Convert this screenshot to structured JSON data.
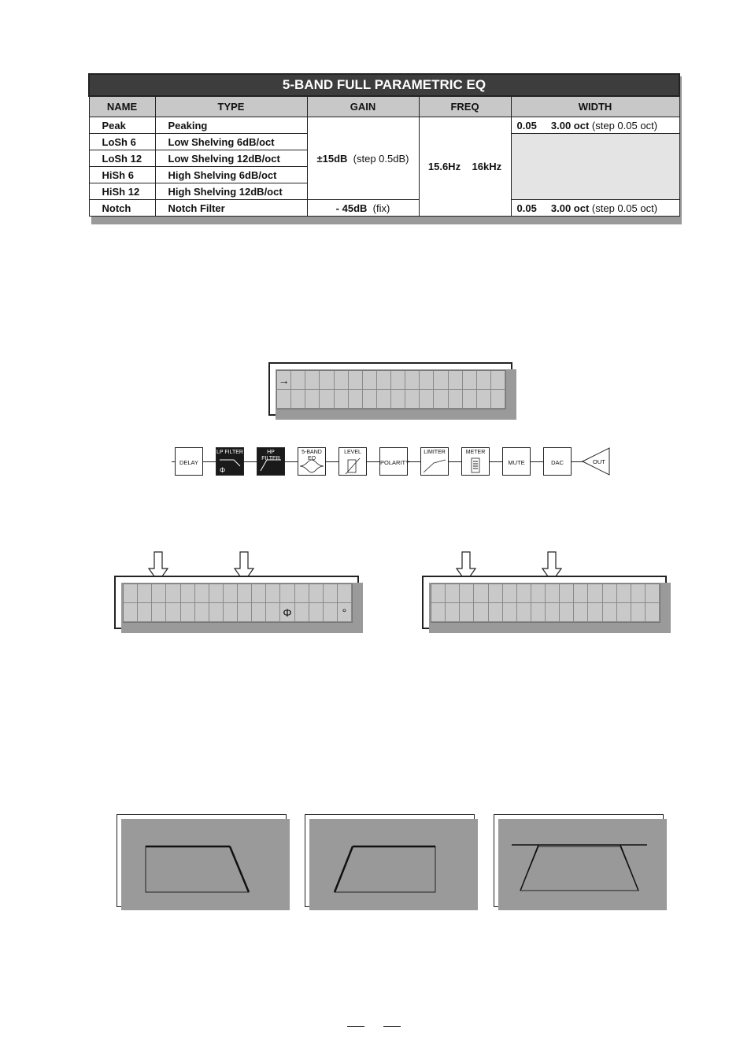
{
  "eq_table": {
    "title": "5-BAND FULL PARAMETRIC EQ",
    "headers": [
      "NAME",
      "TYPE",
      "GAIN",
      "FREQ",
      "WIDTH"
    ],
    "rows": [
      {
        "name": "Peak",
        "type": "Peaking"
      },
      {
        "name": "LoSh 6",
        "type": "Low Shelving   6dB/oct"
      },
      {
        "name": "LoSh 12",
        "type": "Low Shelving   12dB/oct"
      },
      {
        "name": "HiSh 6",
        "type": "High Shelving   6dB/oct"
      },
      {
        "name": "HiSh 12",
        "type": "High Shelving  12dB/oct"
      },
      {
        "name": "Notch",
        "type": "Notch Filter"
      }
    ],
    "gain_main_bold": "±15dB",
    "gain_main_step": "(step 0.5dB)",
    "gain_notch_bold": "- 45dB",
    "gain_notch_fix": "(fix)",
    "freq_min": "15.6Hz",
    "freq_max": "16kHz",
    "width_min": "0.05",
    "width_max": "3.00 oct",
    "width_step": "(step 0.05 oct)"
  },
  "lcd_top": {
    "cursor_glyph": "→"
  },
  "lcd_left": {
    "symbol": "Φ",
    "degree": "°"
  },
  "chain": {
    "blocks": [
      {
        "label": "DELAY",
        "dark": false
      },
      {
        "label": "LP FILTER",
        "dark": true,
        "glyph": "Φ"
      },
      {
        "label": "HP FILTER",
        "dark": true
      },
      {
        "label": "5-BAND EQ",
        "dark": false
      },
      {
        "label": "LEVEL",
        "dark": false
      },
      {
        "label": "POLARITY",
        "dark": false
      },
      {
        "label": "LIMITER",
        "dark": false
      },
      {
        "label": "METER",
        "dark": false
      },
      {
        "label": "MUTE",
        "dark": false
      },
      {
        "label": "DAC",
        "dark": false
      }
    ],
    "out_label": "OUT"
  },
  "colors": {
    "title_bg": "#3d3d3d",
    "header_bg": "#c8c8c8",
    "lcd_bg": "#c9c9c9",
    "shape_fill": "#999999"
  }
}
